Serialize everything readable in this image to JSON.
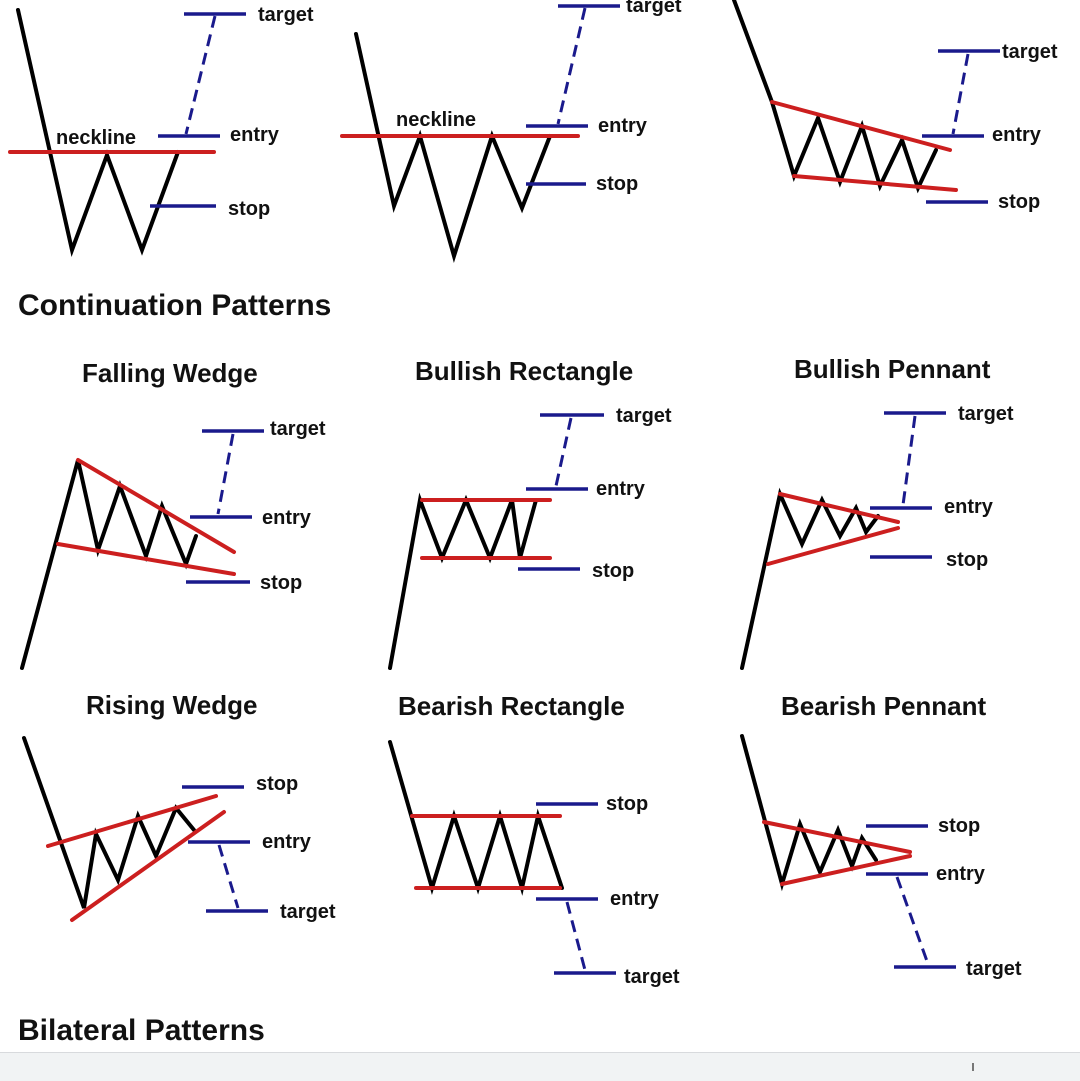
{
  "labels": {
    "target": "target",
    "entry": "entry",
    "stop": "stop",
    "neckline": "neckline"
  },
  "sections": {
    "continuation": "Continuation Patterns",
    "bilateral": "Bilateral Patterns"
  },
  "patterns": {
    "falling_wedge": "Falling Wedge",
    "bullish_rectangle": "Bullish Rectangle",
    "bullish_pennant": "Bullish Pennant",
    "rising_wedge": "Rising Wedge",
    "bearish_rectangle": "Bearish Rectangle",
    "bearish_pennant": "Bearish Pennant"
  },
  "colors": {
    "price_line": "#000000",
    "trend_line": "#cc1f1f",
    "level_line": "#1a1a8c"
  }
}
